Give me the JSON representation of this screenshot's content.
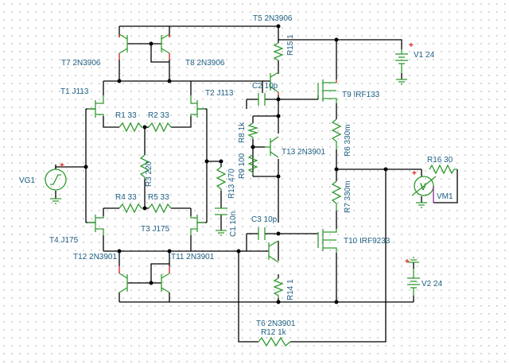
{
  "components": {
    "T5": "T5 2N3906",
    "T7": "T7 2N3906",
    "T8": "T8 2N3906",
    "T1": "T1 J113",
    "T2": "T2 J113",
    "R1": "R1 33",
    "R2": "R2 33",
    "R3": "R3 220",
    "R4": "R4 33",
    "R5": "R5 33",
    "T3": "T3 J175",
    "T4": "T4 J175",
    "T11": "T11 2N3901",
    "T12": "T12 2N3901",
    "R15": "R15 1",
    "C2": "C2 10p",
    "R8": "R8 1k",
    "R9": "R9 100",
    "R13": "R13 470",
    "C1": "C1 10n",
    "T13": "T13 2N3901",
    "C3": "C3 10p",
    "R14": "R14 1",
    "T6": "T6 2N3901",
    "R12": "R12 1k",
    "T9": "T9 IRF133",
    "T10": "T10 IRF9233",
    "R6": "R6 330m",
    "R7": "R7 330m",
    "R16": "R16 30",
    "VM1": "VM1",
    "V1": "V1 24",
    "V2": "V2 24",
    "VG1": "VG1"
  },
  "signs": {
    "plus": "+",
    "voltmeter": "V"
  },
  "colors": {
    "wire": "#000000",
    "component": "#2f9a2f",
    "pin": "#d81b1b",
    "label": "#1c5f82",
    "grid": "#c9c9c9"
  }
}
